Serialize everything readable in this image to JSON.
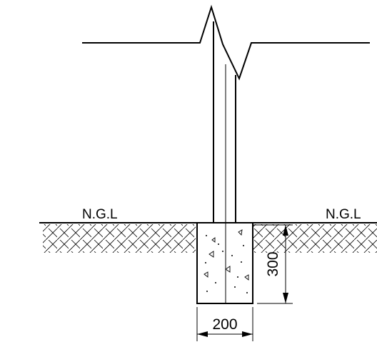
{
  "labels": {
    "ngl_left": "N.G.L",
    "ngl_right": "N.G.L"
  },
  "dimensions": {
    "depth": "300",
    "width": "200"
  },
  "colors": {
    "line": "#000000",
    "background": "#ffffff"
  }
}
